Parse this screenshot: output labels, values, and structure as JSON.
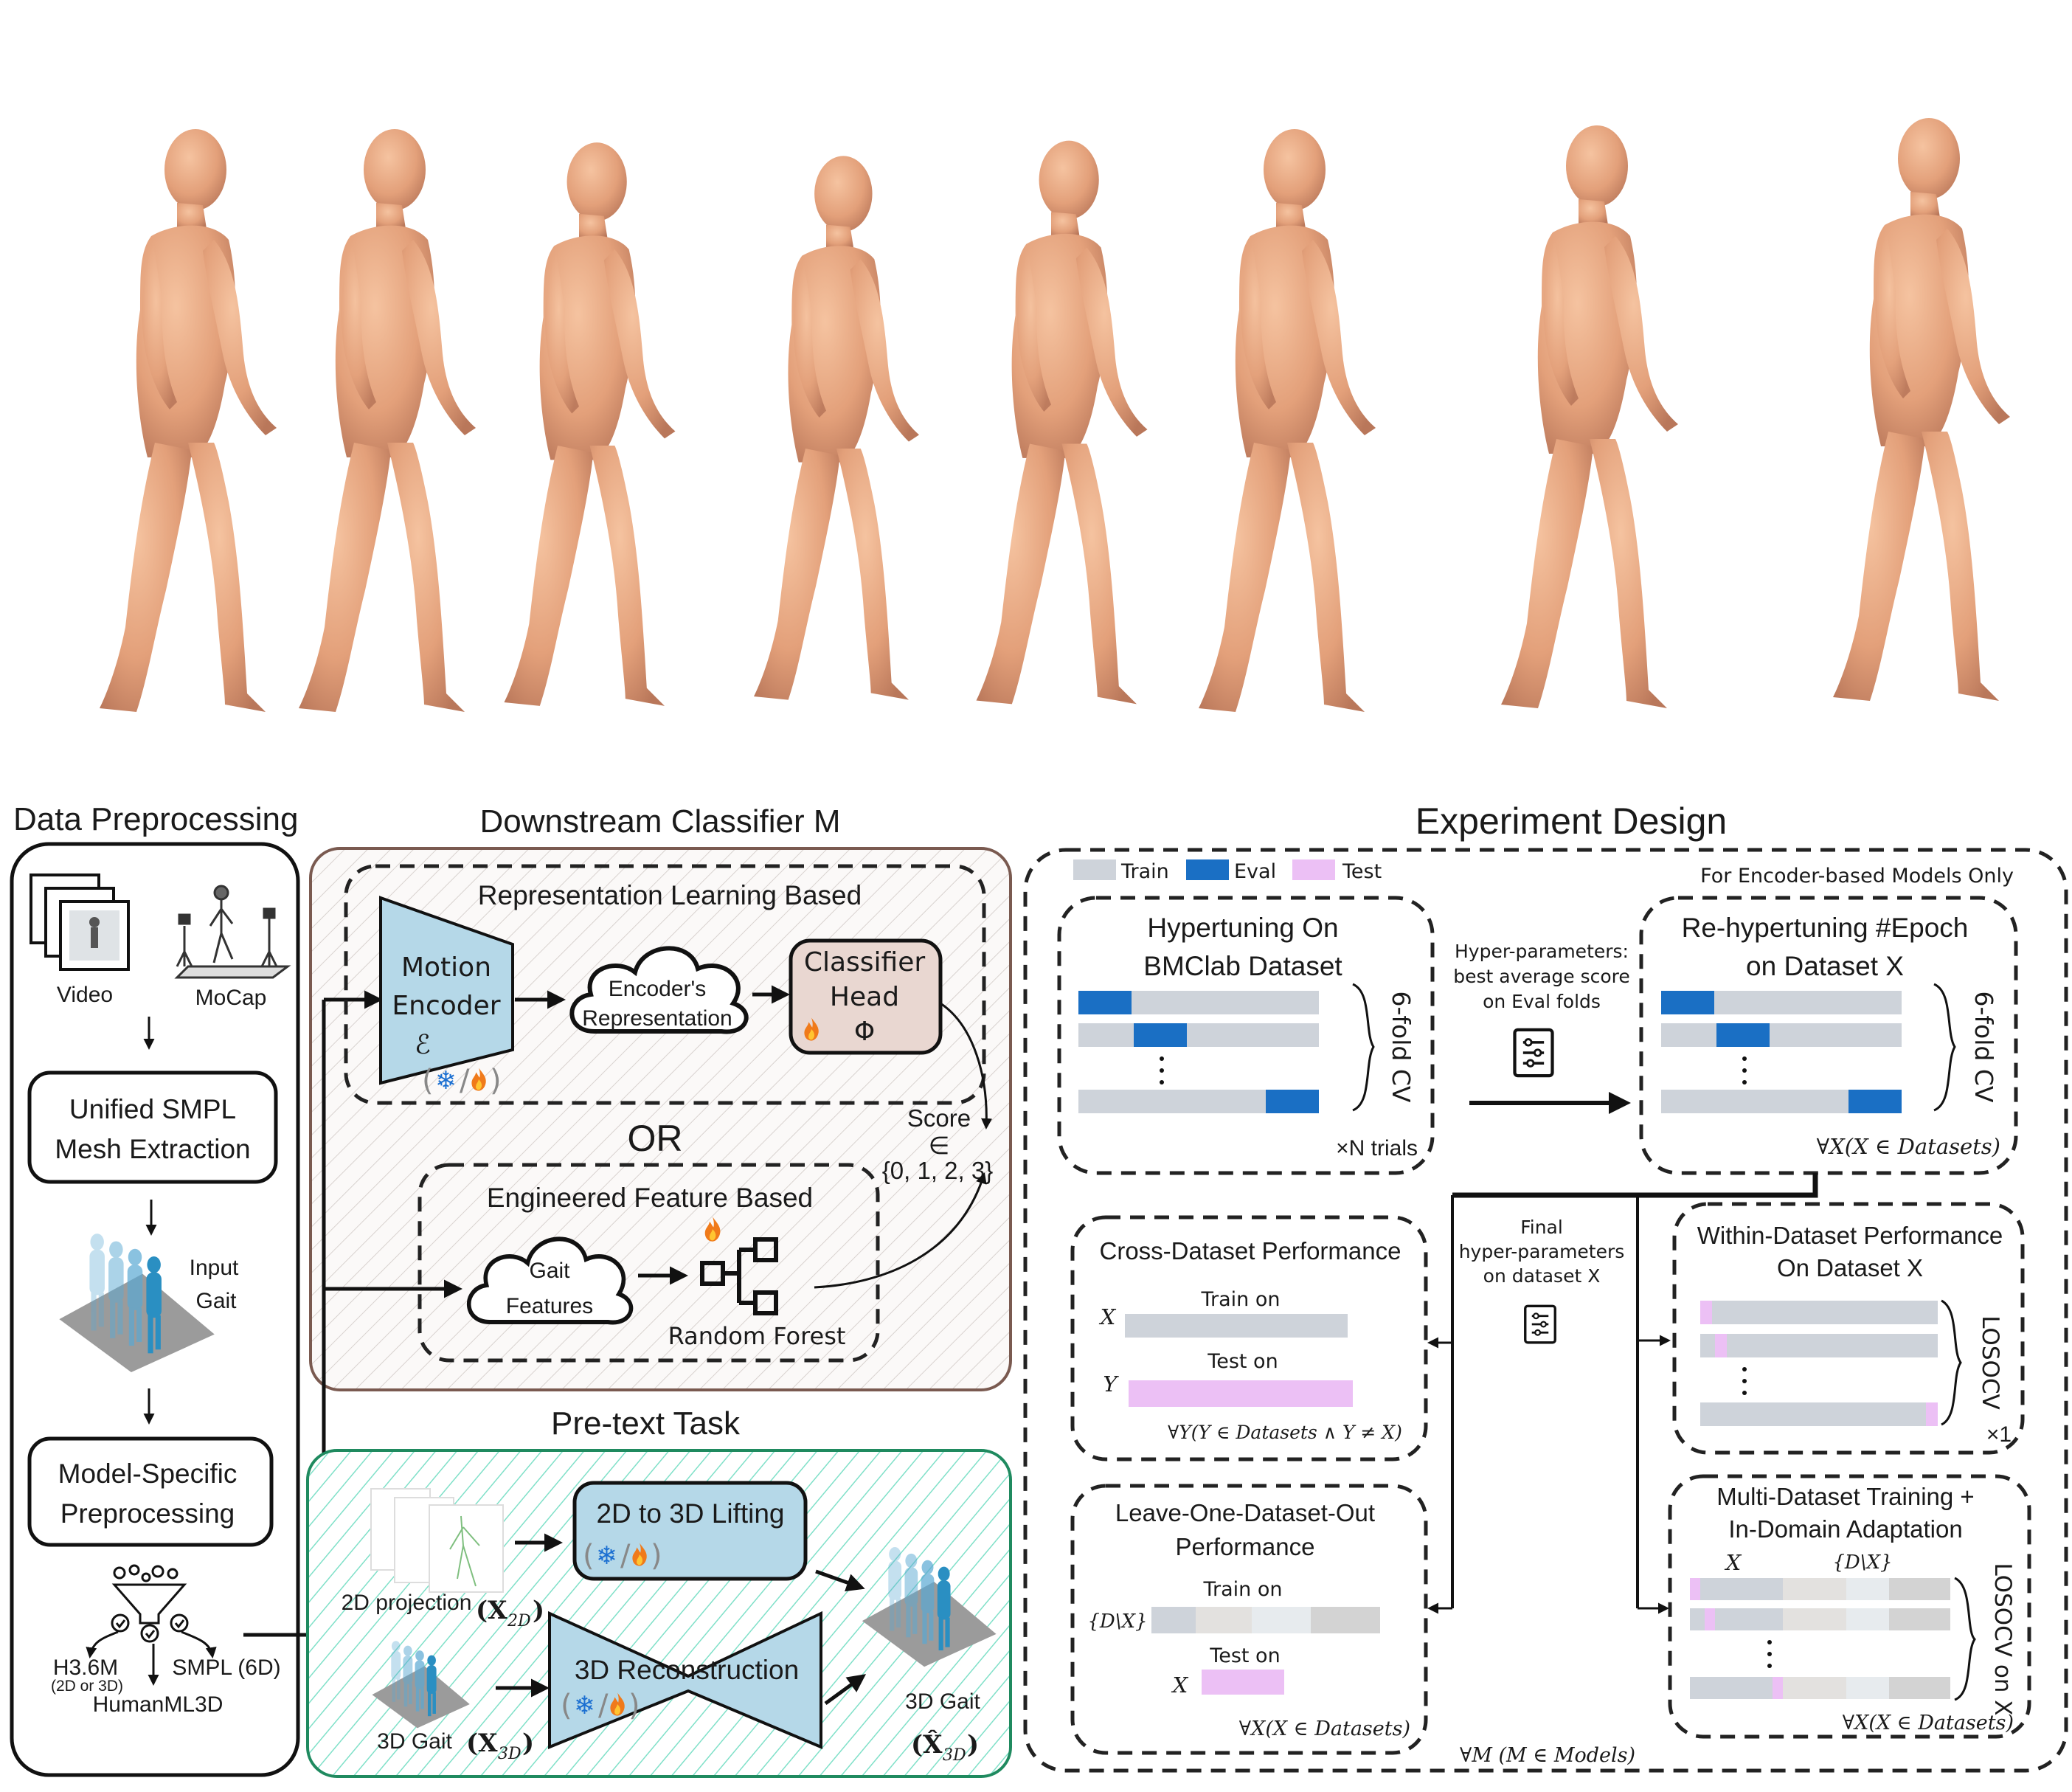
{
  "preprocessing": {
    "title": "Data Preprocessing",
    "video": "Video",
    "mocap": "MoCap",
    "unified_smpl": [
      "Unified SMPL",
      "Mesh Extraction"
    ],
    "input_gait": [
      "Input",
      "Gait"
    ],
    "model_specific": [
      "Model-Specific",
      "Preprocessing"
    ],
    "h36m": "H3.6M",
    "h36m_sub": "(2D or 3D)",
    "smpl6d": "SMPL (6D)",
    "humanml3d": "HumanML3D"
  },
  "symbols": {
    "open": "(",
    "snow": "❄",
    "sep": "/",
    "close": ")"
  },
  "classifier": {
    "title": "Downstream Classifier M",
    "repr_title": "Representation Learning Based",
    "motion_encoder": [
      "Motion",
      "Encoder",
      "ℰ"
    ],
    "encoder_repr": [
      "Encoder's",
      "Representation"
    ],
    "classifier_head": [
      "Classifier",
      "Head"
    ],
    "phi": "Φ",
    "score": [
      "Score",
      "∈",
      "{0, 1, 2, 3}"
    ],
    "or": "OR",
    "eng_title": "Engineered Feature Based",
    "gait_features": [
      "Gait",
      "Features"
    ],
    "random_forest": "Random Forest"
  },
  "pretext": {
    "title": "Pre-text Task",
    "projection_label": "2D projection",
    "x2d": {
      "open": "(X",
      "sub": "2D",
      "close": ")"
    },
    "lifting": "2D to 3D Lifting",
    "reconstruction": "3D Reconstruction",
    "gait_in": "3D Gait",
    "x3d": {
      "open": "(X",
      "sub": "3D",
      "close": ")"
    },
    "gait_out": "3D Gait",
    "x3d_hat": {
      "open": "(X̂",
      "sub": "3D",
      "close": ")"
    }
  },
  "experiment": {
    "title": "Experiment Design",
    "legend": {
      "train": "Train",
      "eval": "Eval",
      "test": "Test"
    },
    "colors": {
      "train": "#ced3da",
      "eval": "#1a6fc4",
      "test": "#ecc0f5",
      "d1": "#e3e1df",
      "d2": "#e7ebee",
      "d3": "#d3d3d3"
    },
    "encoder_only": "For Encoder-based Models Only",
    "hypertuning": {
      "title": [
        "Hypertuning On",
        "BMClab Dataset"
      ],
      "cv": "6-fold CV",
      "trials": "×N trials"
    },
    "hp_note": [
      "Hyper-parameters:",
      "best average score",
      "on Eval folds"
    ],
    "rehypertuning": {
      "title": [
        "Re-hypertuning #Epoch",
        "on Dataset X"
      ],
      "cv": "6-fold CV",
      "forall": "∀X(X ∈ Datasets)"
    },
    "final_note": [
      "Final",
      "hyper-parameters",
      "on dataset X"
    ],
    "cross": {
      "title": "Cross-Dataset Performance",
      "train_on": "Train on",
      "x": "X",
      "test_on": "Test on",
      "y": "Y",
      "forall": "∀Y(Y ∈ Datasets ∧ Y ≠ X)"
    },
    "lodo": {
      "title": [
        "Leave-One-Dataset-Out",
        "Performance"
      ],
      "train_on": "Train on",
      "dx": "{D\\X}",
      "test_on": "Test on",
      "x": "X",
      "forall": "∀X(X ∈ Datasets)"
    },
    "within": {
      "title": [
        "Within-Dataset Performance",
        "On Dataset X"
      ],
      "cv": "LOSOCV",
      "times": "×1"
    },
    "multi": {
      "title": [
        "Multi-Dataset Training +",
        "In-Domain Adaptation"
      ],
      "x": "X",
      "dx": "{D\\X}",
      "cv": "LOSOCV on X",
      "forall": "∀X(X ∈ Datasets)"
    },
    "models_forall": "∀M (M ∈ Models)"
  }
}
